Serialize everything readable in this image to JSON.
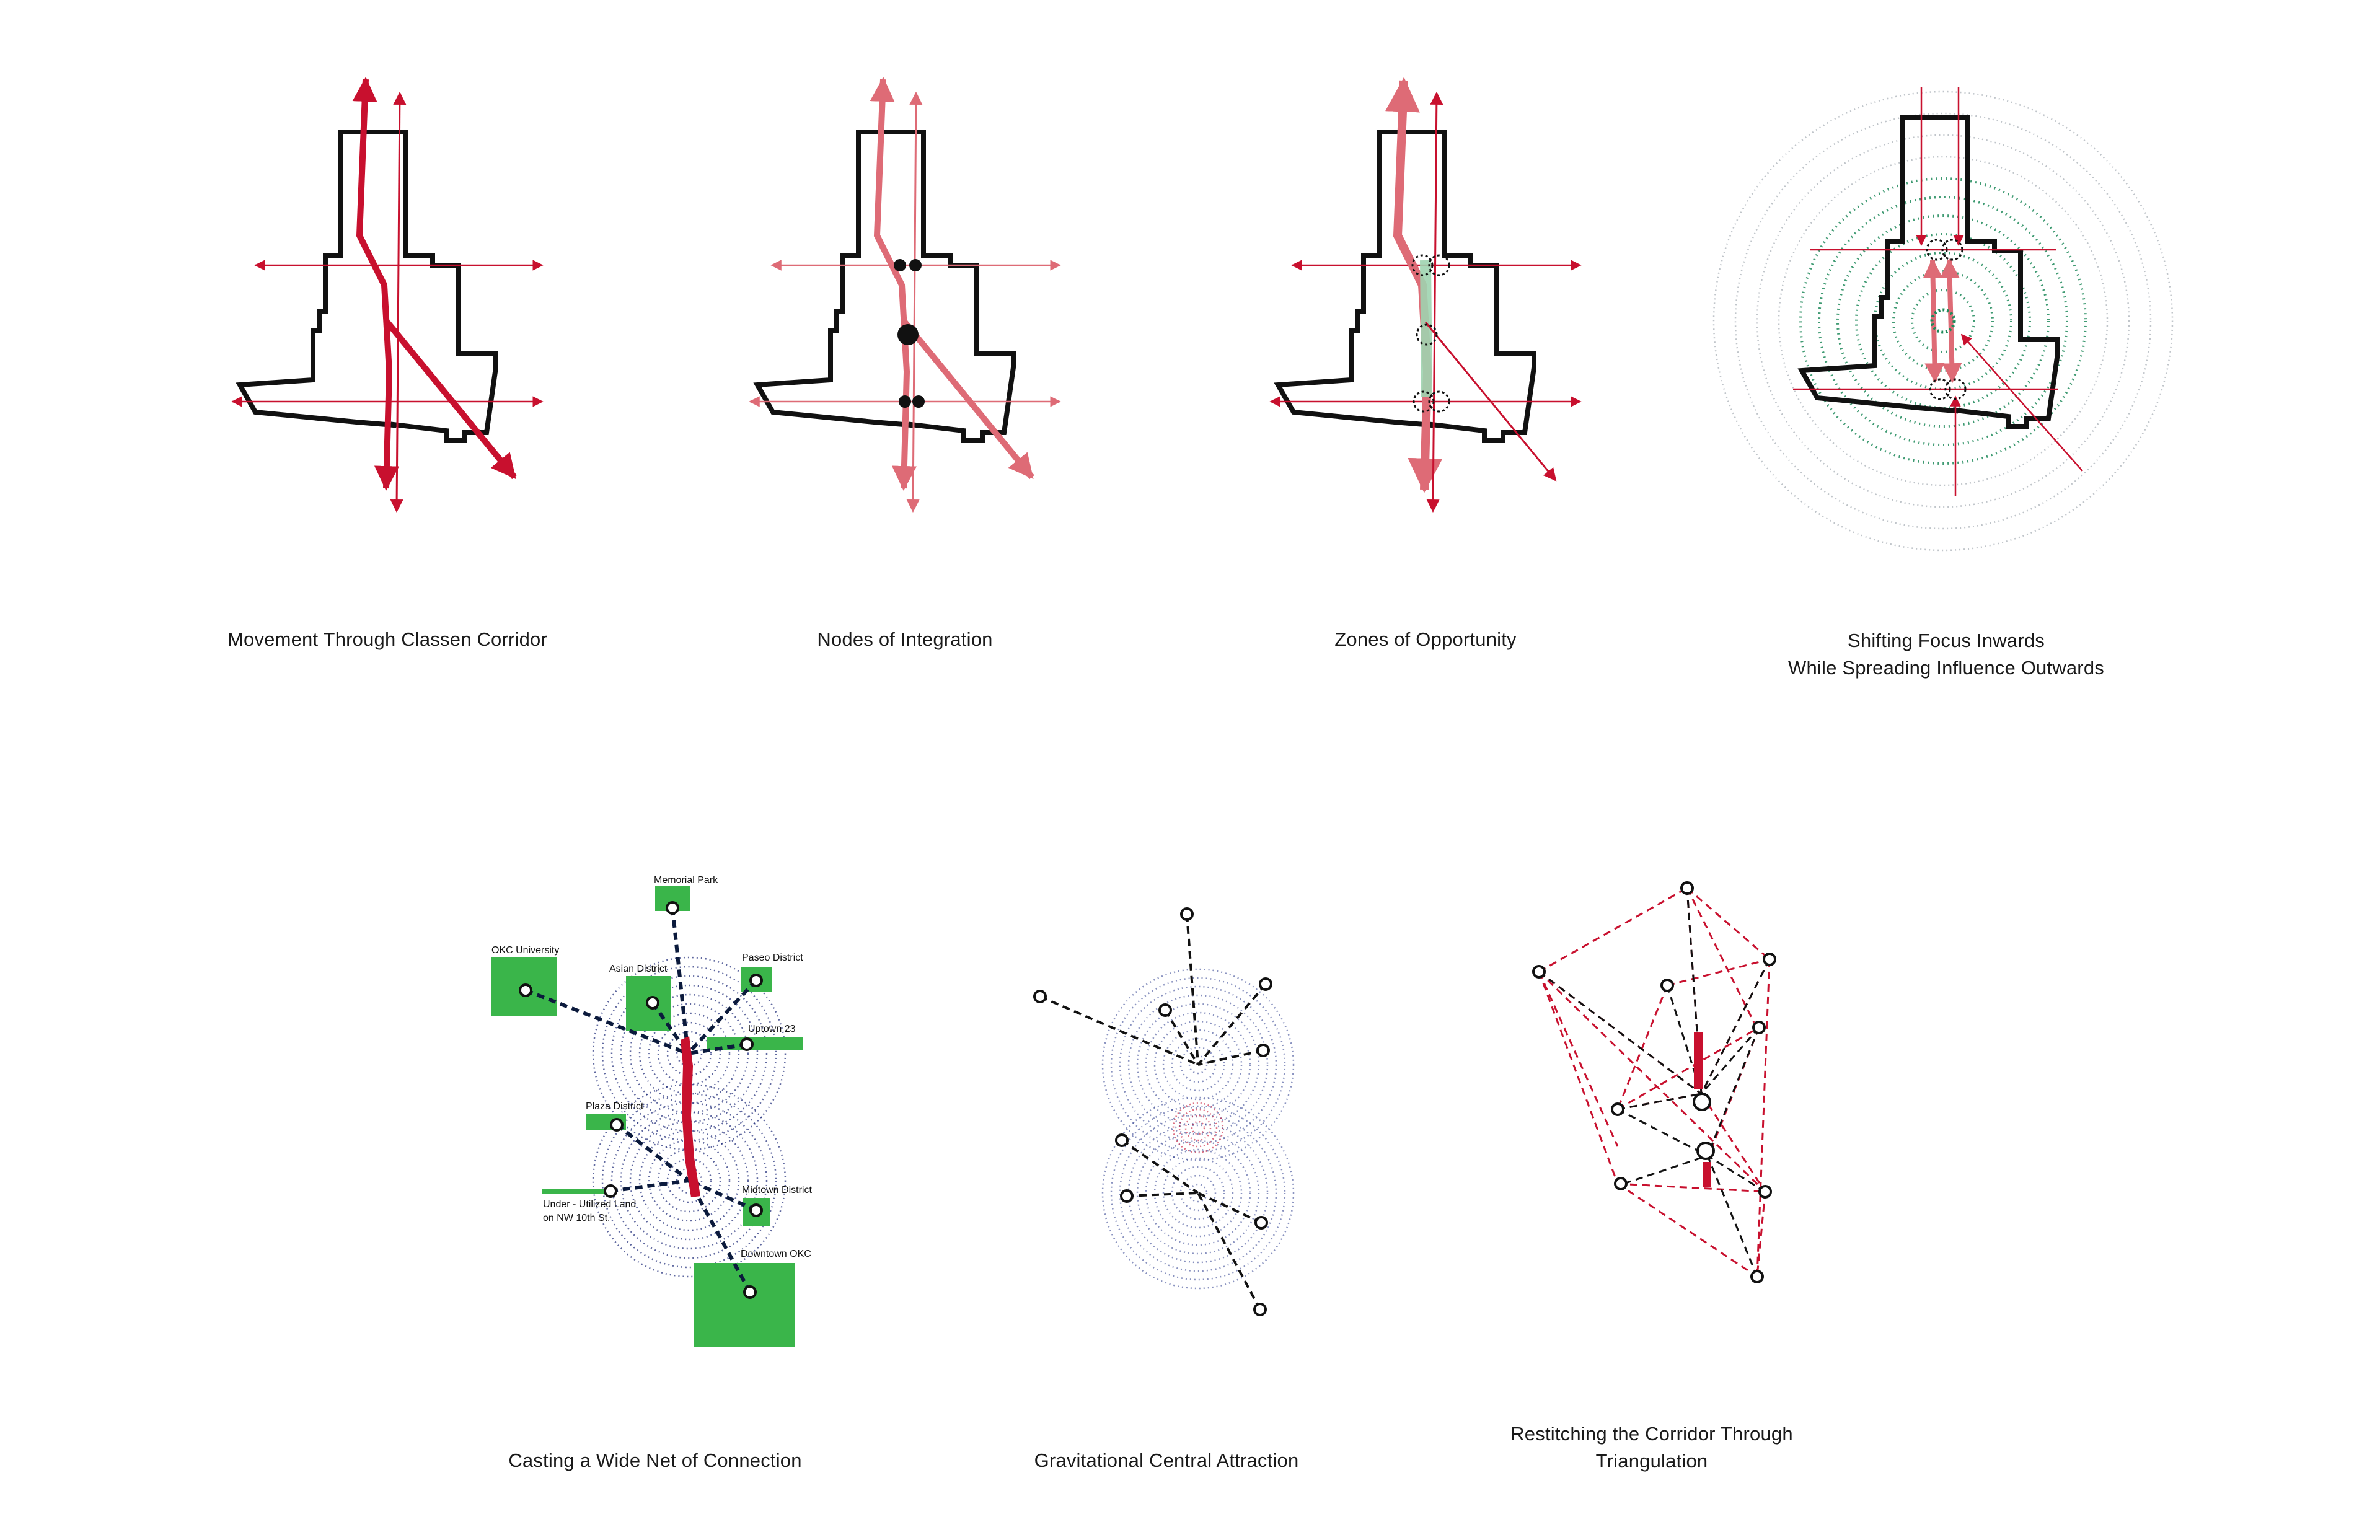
{
  "colors": {
    "red": "#c8102e",
    "pink": "#de6b76",
    "green": "#3ab54a",
    "navy": "#1c2a78",
    "green_ring": "#1f8a5a",
    "outline": "#111111"
  },
  "diagrams": {
    "movement": {
      "caption": "Movement Through Classen Corridor"
    },
    "nodes": {
      "caption": "Nodes of Integration"
    },
    "zones": {
      "caption": "Zones of Opportunity"
    },
    "shifting": {
      "caption_line1": "Shifting Focus Inwards",
      "caption_line2": "While Spreading Influence Outwards"
    },
    "net": {
      "caption": "Casting a Wide Net of Connection",
      "destinations": {
        "memorial_park": "Memorial Park",
        "okc_university": "OKC University",
        "asian_district": "Asian District",
        "paseo_district": "Paseo District",
        "uptown_23": "Uptown 23",
        "plaza_district": "Plaza District",
        "midtown_district": "Midtown District",
        "underutilized_land_line1": "Under - Utilized Land",
        "underutilized_land_line2": "on NW 10th St.",
        "downtown_okc": "Downtown OKC"
      }
    },
    "gravity": {
      "caption": "Gravitational Central Attraction"
    },
    "triangulation": {
      "caption_line1": "Restitching the Corridor Through",
      "caption_line2": "Triangulation"
    }
  }
}
